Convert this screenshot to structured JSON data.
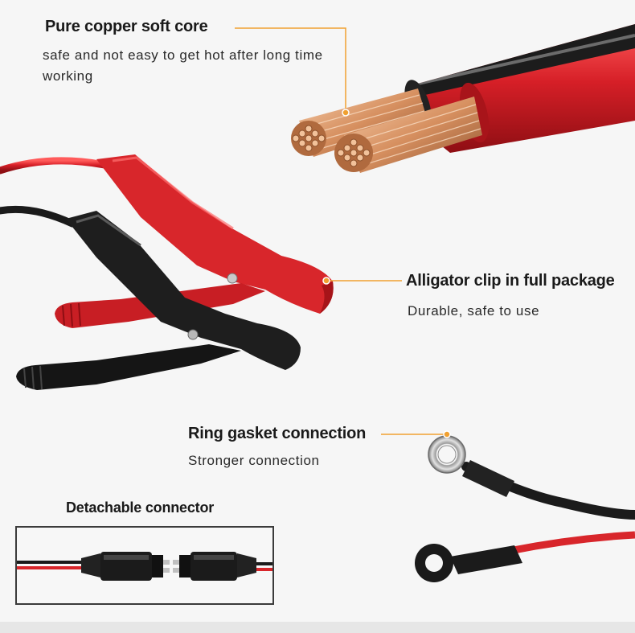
{
  "features": {
    "copper": {
      "title": "Pure copper soft core",
      "desc": "safe and not easy to get hot after long time working"
    },
    "clip": {
      "title": "Alligator clip in full package",
      "desc": "Durable, safe to use"
    },
    "ring": {
      "title": "Ring gasket connection",
      "desc": "Stronger connection"
    },
    "connector": {
      "title": "Detachable connector"
    }
  },
  "colors": {
    "accent": "#f0a030",
    "cable_red": "#d8262b",
    "cable_black": "#1b1b1b",
    "copper": "#d89a6a"
  }
}
